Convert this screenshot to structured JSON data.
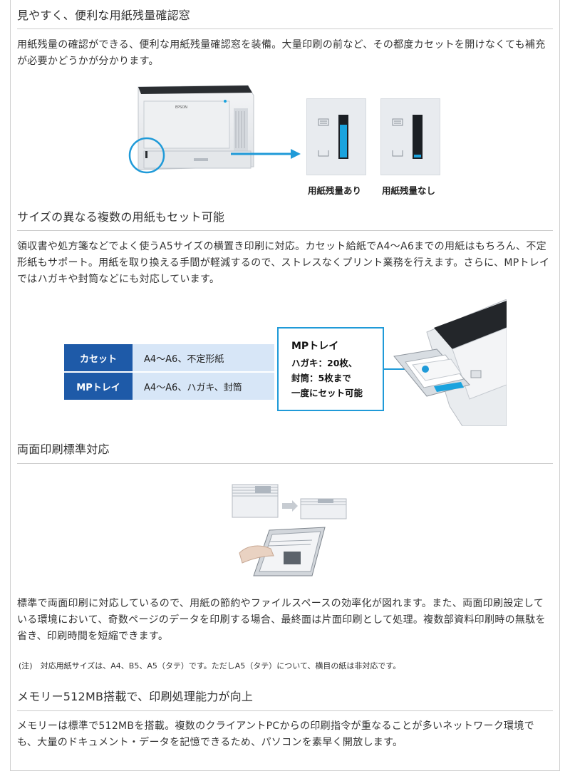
{
  "sections": {
    "s1": {
      "heading": "見やすく、便利な用紙残量確認窓",
      "body": "用紙残量の確認ができる、便利な用紙残量確認窓を装備。大量印刷の前など、その都度カセットを開けなくても補充が必要かどうかが分かります。",
      "printer_logo": "EPSON",
      "caption_left": "用紙残量あり",
      "caption_right": "用紙残量なし"
    },
    "s2": {
      "heading": "サイズの異なる複数の用紙もセット可能",
      "body": "領収書や処方箋などでよく使うA5サイズの横置き印刷に対応。カセット給紙でA4～A6までの用紙はもちろん、不定形紙もサポート。用紙を取り換える手間が軽減するので、ストレスなくプリント業務を行えます。さらに、MPトレイではハガキや封筒などにも対応しています。",
      "table": [
        {
          "label": "カセット",
          "value": "A4～A6、不定形紙"
        },
        {
          "label": "MPトレイ",
          "value": "A4～A6、ハガキ、封筒"
        }
      ],
      "callout": {
        "title": "MPトレイ",
        "lines": [
          "ハガキ：20枚、",
          "封筒：5枚まで",
          "一度にセット可能"
        ]
      }
    },
    "s3": {
      "heading": "両面印刷標準対応",
      "body": "標準で両面印刷に対応しているので、用紙の節約やファイルスペースの効率化が図れます。また、両面印刷設定している環境において、奇数ページのデータを印刷する場合、最終面は片面印刷として処理。複数部資料印刷時の無駄を省き、印刷時間を短縮できます。",
      "note": "(注)　対応用紙サイズは、A4、B5、A5（タテ）です。ただしA5（タテ）について、横目の紙は非対応です。"
    },
    "s4": {
      "heading": "メモリー512MB搭載で、印刷処理能力が向上",
      "body": "メモリーは標準で512MBを搭載。複数のクライアントPCからの印刷指令が重なることが多いネットワーク環境でも、大量のドキュメント・データを記憶できるため、パソコンを素早く開放します。"
    }
  },
  "colors": {
    "table_header": "#1e5aa8",
    "table_cell": "#d7e6f7",
    "accent_blue": "#1f9ad8",
    "gauge_full": "#1aa3de",
    "gauge_empty": "#1b1f24"
  }
}
